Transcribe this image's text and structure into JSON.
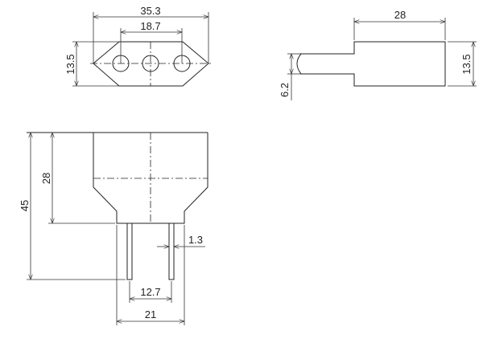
{
  "top_view": {
    "overall_width": "35.3",
    "pin_spacing": "18.7",
    "height": "13.5"
  },
  "side_view": {
    "body_length": "28",
    "body_height": "13.5",
    "pin_diameter": "6.2"
  },
  "front_view": {
    "total_height": "45",
    "body_height": "28",
    "pin_width": "1.3",
    "pin_pitch": "12.7",
    "base_width": "21"
  }
}
